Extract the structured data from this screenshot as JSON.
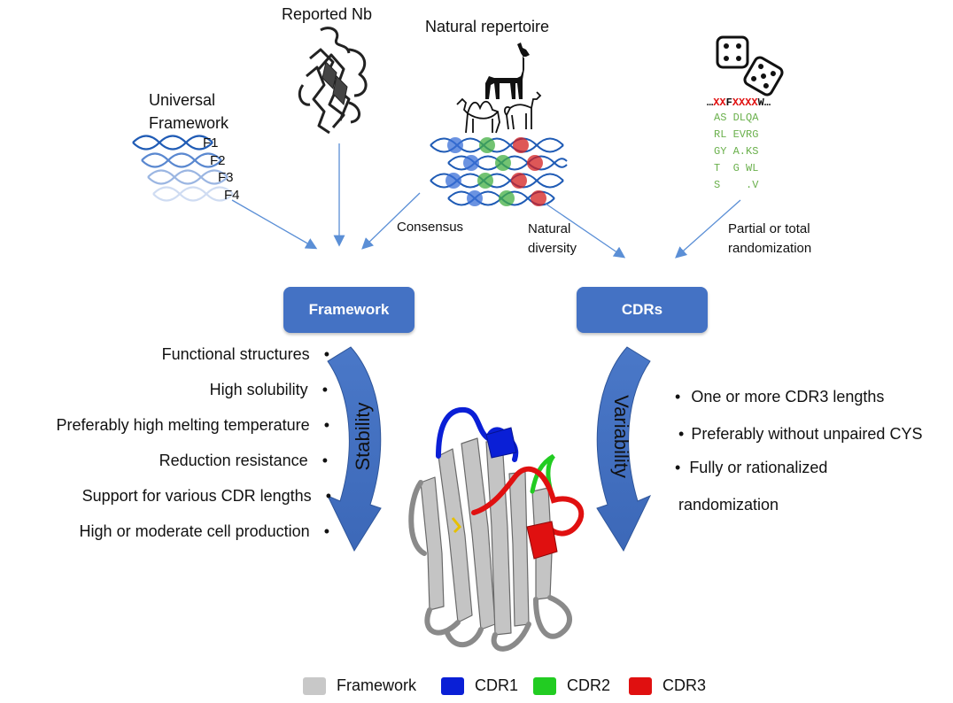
{
  "sources": {
    "universal_framework": "Universal\nFramework",
    "reported_nb": "Reported Nb",
    "natural_repertoire": "Natural repertoire",
    "dna_labels": [
      "F1",
      "F2",
      "F3",
      "F4"
    ]
  },
  "arrow_labels": {
    "consensus": "Consensus",
    "natural_diversity": "Natural\ndiversity",
    "randomization": "Partial or total\nrandomization"
  },
  "randomization": {
    "sequence_prefix": "…",
    "sequence_xx": "XX",
    "sequence_f": "F",
    "sequence_xxxx": "XXXX",
    "sequence_w": "W",
    "sequence_suffix": "…",
    "rows": [
      "AS DLQA",
      "RL EVRG",
      "GY A.KS",
      "T  G WL",
      "S    .V"
    ]
  },
  "boxes": {
    "framework": "Framework",
    "cdrs": "CDRs"
  },
  "curved_labels": {
    "stability": "Stability",
    "variability": "Variability"
  },
  "framework_properties": [
    "Functional structures",
    "High solubility",
    "Preferably high melting temperature",
    "Reduction resistance",
    "Support for various CDR lengths",
    "High or moderate cell production"
  ],
  "cdr_properties": [
    "One or more CDR3 lengths",
    "Preferably without unpaired CYS",
    "Fully or rationalized",
    "randomization"
  ],
  "legend": [
    {
      "label": "Framework",
      "color": "#c8c8c8"
    },
    {
      "label": "CDR1",
      "color": "#0a1fd6"
    },
    {
      "label": "CDR2",
      "color": "#22cc22"
    },
    {
      "label": "CDR3",
      "color": "#e01010"
    }
  ],
  "colors": {
    "accent": "#4472c4",
    "arrow_line": "#5b8fd6",
    "framework_gray": "#c8c8c8",
    "cdr1_blue": "#0a1fd6",
    "cdr2_green": "#22cc22",
    "cdr3_red": "#e01010"
  }
}
